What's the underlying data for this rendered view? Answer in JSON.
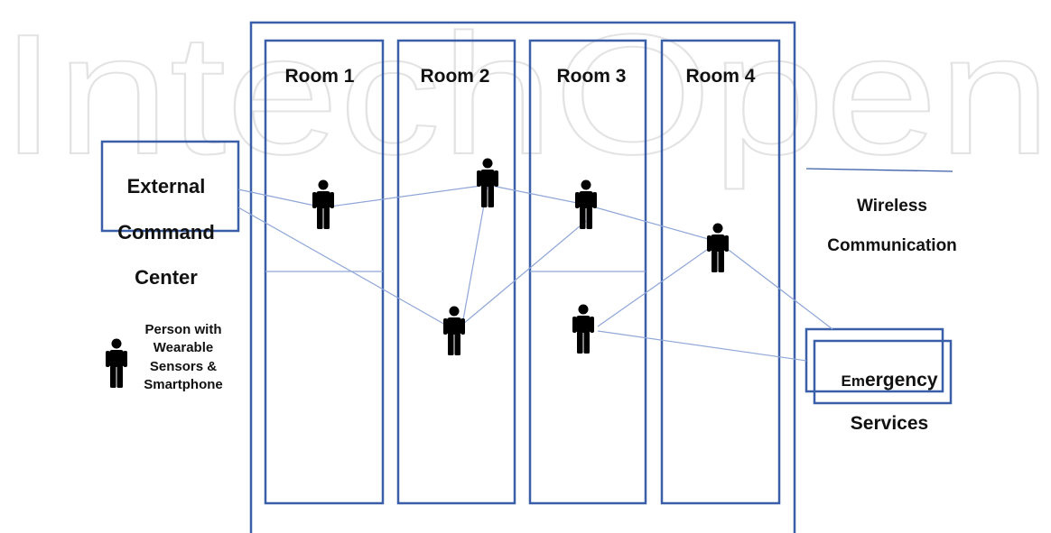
{
  "watermark": "IntechOpen",
  "rooms": [
    {
      "label": "Room 1"
    },
    {
      "label": "Room 2"
    },
    {
      "label": "Room 3"
    },
    {
      "label": "Room 4"
    }
  ],
  "external": {
    "line1": "External",
    "line2": "Command",
    "line3": "Center"
  },
  "wireless": {
    "line1": "Wireless",
    "line2": "Communication"
  },
  "legend": {
    "text": "Person with\nWearable\nSensors &\nSmartphone",
    "icon": "person-icon"
  },
  "emergency": {
    "prefix": "Em",
    "rest": "ergency",
    "line2": "Services"
  },
  "colors": {
    "frame": "#3b5ea8",
    "link": "#8fa6d8",
    "person": "#000000",
    "watermark": "#e3e3e3"
  }
}
